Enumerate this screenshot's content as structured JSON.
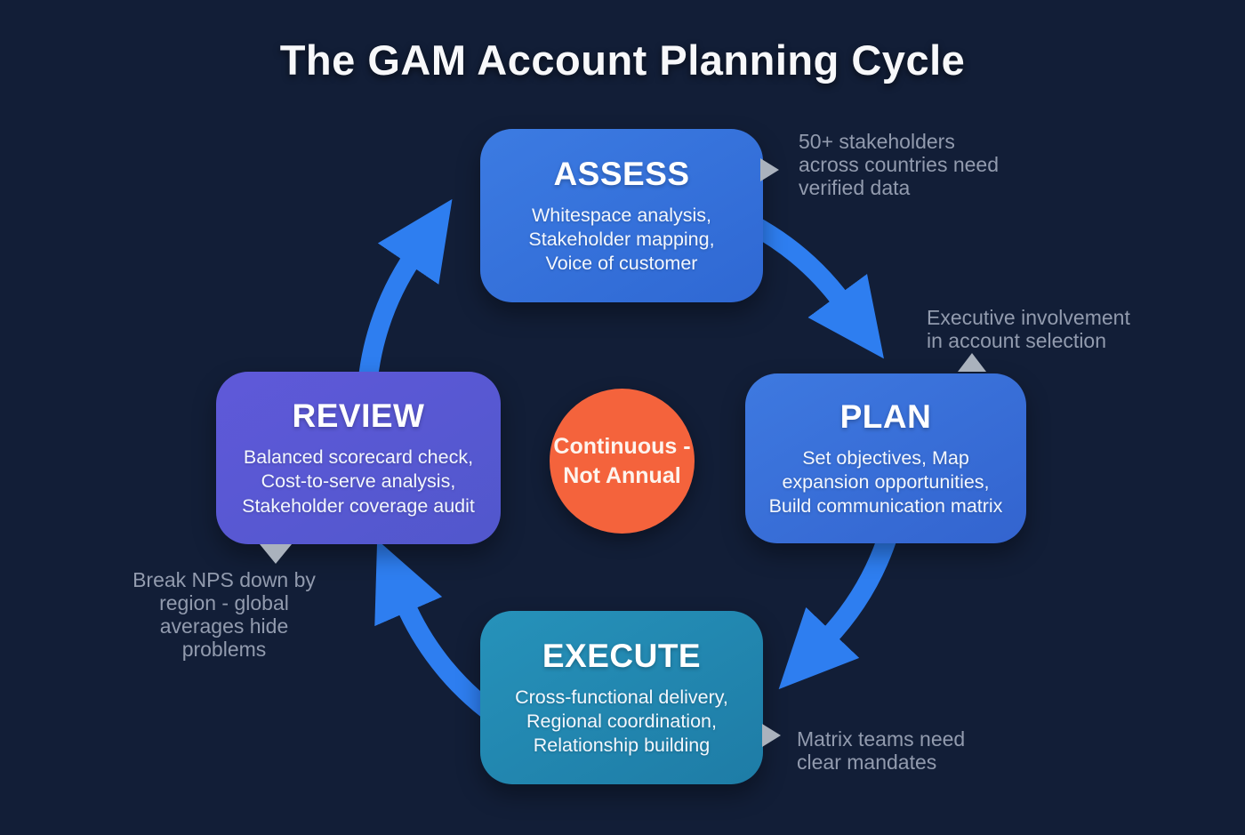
{
  "title": "The GAM Account Planning Cycle",
  "center_badge": {
    "label": "Continuous -\nNot Annual",
    "color": "#f4633c"
  },
  "stages": [
    {
      "id": "assess",
      "title": "ASSESS",
      "description": "Whitespace analysis,\nStakeholder mapping,\nVoice of customer",
      "color_start": "#3c7be2",
      "color_end": "#2f68d3"
    },
    {
      "id": "plan",
      "title": "PLAN",
      "description": "Set objectives, Map\nexpansion opportunities,\nBuild communication matrix",
      "color_start": "#3e79e0",
      "color_end": "#3364cf"
    },
    {
      "id": "execute",
      "title": "EXECUTE",
      "description": "Cross-functional delivery,\nRegional coordination,\nRelationship building",
      "color_start": "#2692ba",
      "color_end": "#1e7ca6"
    },
    {
      "id": "review",
      "title": "REVIEW",
      "description": "Balanced scorecard check,\nCost-to-serve analysis,\nStakeholder coverage audit",
      "color_start": "#5f59d9",
      "color_end": "#5157cc"
    }
  ],
  "annotations": [
    {
      "target": "assess",
      "text": "50+ stakeholders\nacross countries need\nverified data"
    },
    {
      "target": "plan",
      "text": "Executive involvement\nin account selection"
    },
    {
      "target": "execute",
      "text": "Matrix teams need\nclear mandates"
    },
    {
      "target": "review",
      "text": "Break NPS down by\nregion - global\naverages hide problems"
    }
  ],
  "colors": {
    "background": "#121e37",
    "arrow": "#2e7ef0",
    "annotation_text": "#929bae",
    "pointer": "#aab2bd",
    "title_text": "#f7f8fa"
  }
}
